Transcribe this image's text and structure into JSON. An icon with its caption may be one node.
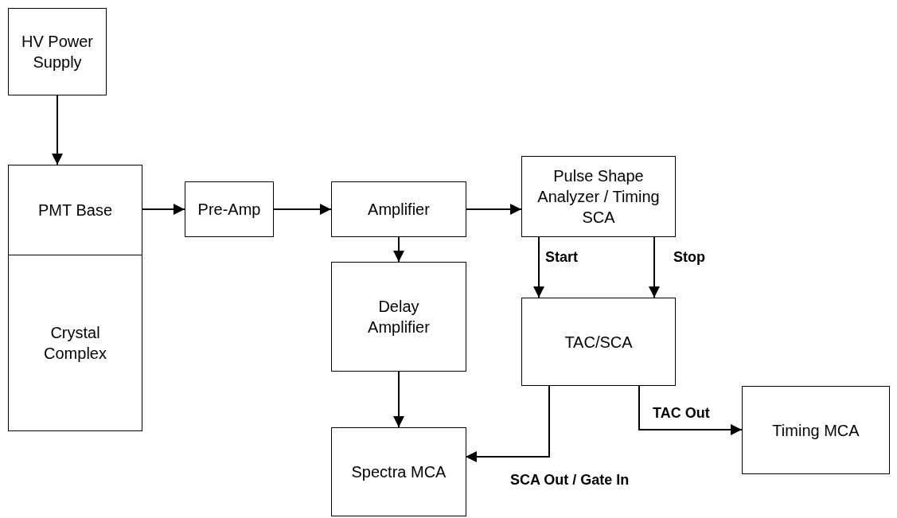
{
  "diagram": {
    "nodes": [
      {
        "text": [
          "HV Power Supply"
        ]
      },
      {
        "text": [
          "PMT Base"
        ]
      },
      {
        "text": [
          "Crystal Complex"
        ]
      },
      {
        "text": [
          "Pre-Amp"
        ]
      },
      {
        "text": [
          "Amplifier"
        ]
      },
      {
        "text": [
          "Pulse Shape Analyzer / Timing SCA"
        ]
      },
      {
        "text": [
          "Delay Amplifier"
        ]
      },
      {
        "text": [
          "TAC/SCA"
        ]
      },
      {
        "text": [
          "Spectra MCA"
        ]
      },
      {
        "text": [
          "Timing MCA"
        ]
      }
    ],
    "edges": [
      {
        "from": 0,
        "to": 1,
        "arrow": "to"
      },
      {
        "from": 1,
        "to": 3,
        "arrow": "to"
      },
      {
        "from": 3,
        "to": 4,
        "arrow": "to"
      },
      {
        "from": 4,
        "to": 5,
        "arrow": "to"
      },
      {
        "from": 4,
        "to": 6,
        "arrow": "to"
      },
      {
        "from": 6,
        "to": 8,
        "arrow": "to"
      },
      {
        "from": 5,
        "to": 7,
        "arrow": "to",
        "label": "Start"
      },
      {
        "from": 5,
        "to": 7,
        "arrow": "to",
        "label": "Stop"
      },
      {
        "from": 7,
        "to": 8,
        "arrow": "to",
        "label": "SCA Out / Gate In"
      },
      {
        "from": 7,
        "to": 9,
        "arrow": "to",
        "label": "TAC Out"
      }
    ]
  }
}
